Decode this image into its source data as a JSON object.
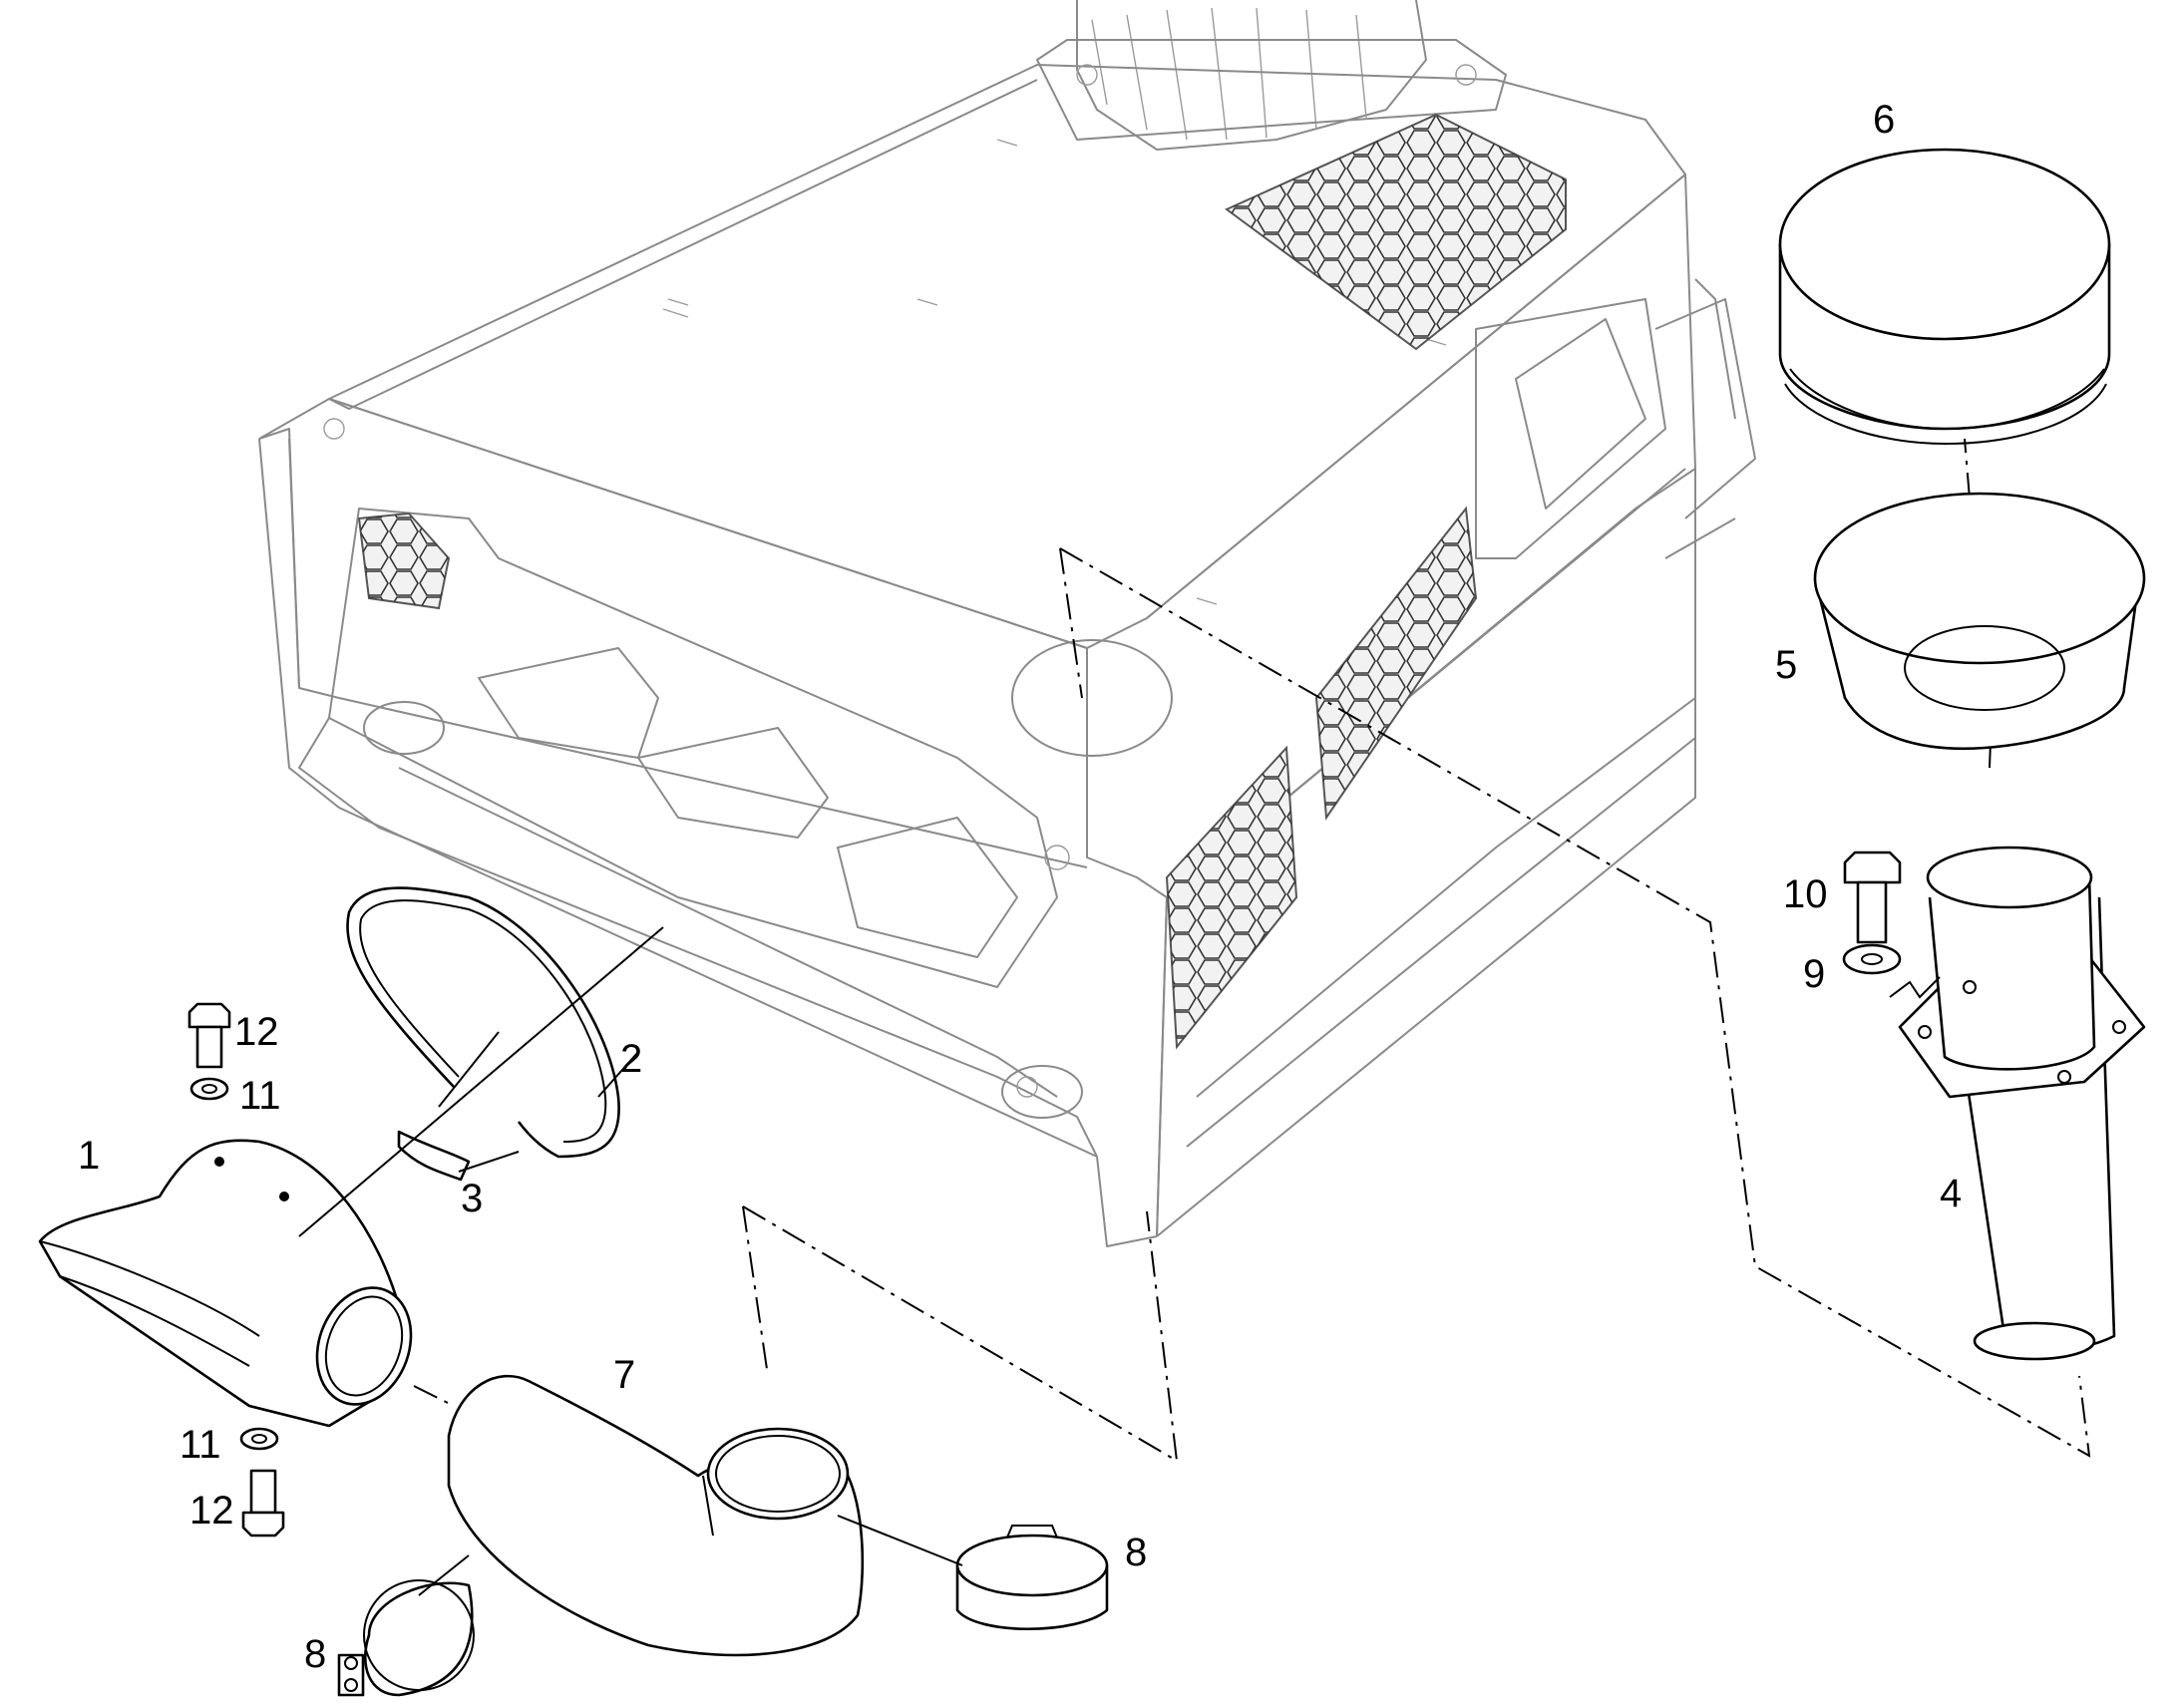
{
  "callouts": {
    "c1": "1",
    "c2": "2",
    "c3": "3",
    "c4": "4",
    "c5": "5",
    "c6": "6",
    "c7": "7",
    "c8a": "8",
    "c8b": "8",
    "c9": "9",
    "c10": "10",
    "c11a": "11",
    "c11b": "11",
    "c12a": "12",
    "c12b": "12"
  }
}
